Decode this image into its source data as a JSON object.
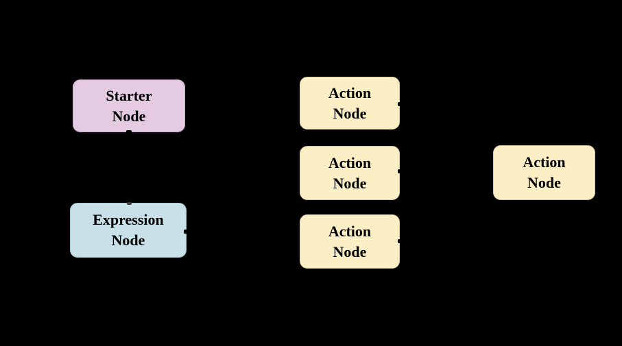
{
  "canvas": {
    "background": "#000000",
    "node_text_color": "#000000",
    "connector_dot_color": "#000000"
  },
  "nodes": [
    {
      "id": "starter-node",
      "line1": "Starter",
      "line2": "Node",
      "fill": "#E4CBE2",
      "border": "#C9ABC7"
    },
    {
      "id": "action-node-top-middle",
      "line1": "Action",
      "line2": "Node",
      "fill": "#FCEEC5",
      "border": "#DCC99C"
    },
    {
      "id": "action-node-middle",
      "line1": "Action",
      "line2": "Node",
      "fill": "#FCEEC5",
      "border": "#DCC99C"
    },
    {
      "id": "action-node-bottom-middle",
      "line1": "Action",
      "line2": "Node",
      "fill": "#FCEEC5",
      "border": "#DCC99C"
    },
    {
      "id": "action-node-right",
      "line1": "Action",
      "line2": "Node",
      "fill": "#FCEEC5",
      "border": "#DCC99C"
    },
    {
      "id": "expression-node",
      "line1": "Expression",
      "line2": "Node",
      "fill": "#C8E1E9",
      "border": "#A6C8D4"
    }
  ]
}
